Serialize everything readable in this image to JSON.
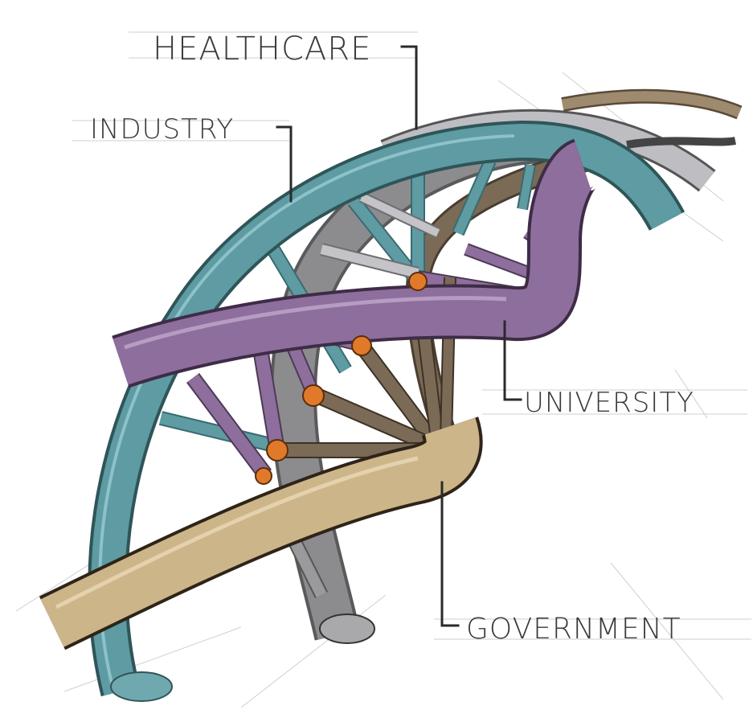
{
  "labels": {
    "healthcare": "HEALTHCARE",
    "industry": "INDUSTRY",
    "university": "UNIVERSITY",
    "government": "GOVERNMENT"
  },
  "colors": {
    "industry_strand": "#5e9ba3",
    "healthcare_strand": "#bdbdc2",
    "university_strand": "#8e6e9c",
    "government_strand": "#cdb58a",
    "back_strand": "#8c8c8e",
    "dark_strand": "#7b6a56",
    "node": "#e07a2a",
    "leader": "#2a2a2a"
  },
  "icons": {
    "node": "orange-junction-node"
  }
}
